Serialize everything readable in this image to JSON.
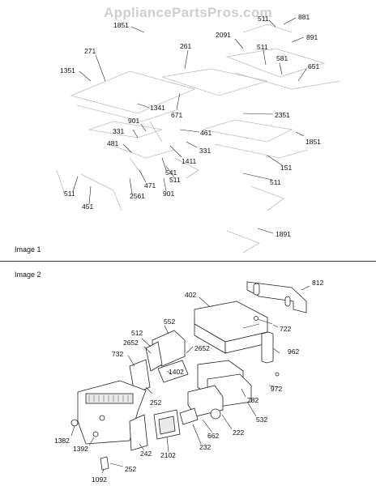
{
  "watermark": "AppliancePartsPros.com",
  "image1": {
    "caption": "Image 1",
    "labels": [
      "1851",
      "511",
      "881",
      "2091",
      "891",
      "511",
      "581",
      "271",
      "261",
      "651",
      "1351",
      "1341",
      "671",
      "2351",
      "901",
      "461",
      "331",
      "481",
      "1411",
      "331",
      "1851",
      "541",
      "151",
      "471",
      "511",
      "511",
      "901",
      "2561",
      "511",
      "451",
      "1891"
    ]
  },
  "image2": {
    "caption": "Image 2",
    "labels": [
      "812",
      "402",
      "722",
      "552",
      "512",
      "2652",
      "2652",
      "732",
      "962",
      "1402",
      "972",
      "252",
      "782",
      "532",
      "222",
      "662",
      "1382",
      "232",
      "1392",
      "242",
      "2102",
      "252",
      "1092"
    ]
  }
}
